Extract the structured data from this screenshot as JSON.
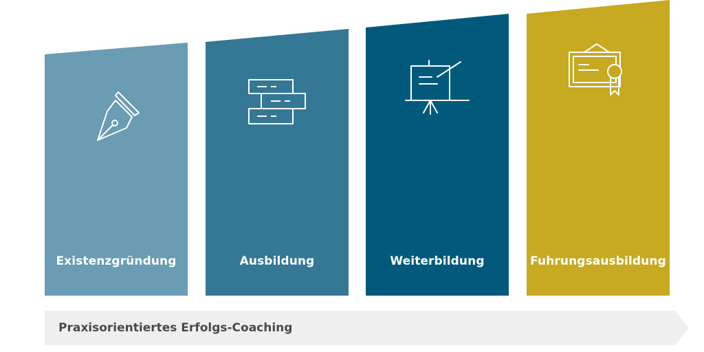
{
  "cards": [
    {
      "label": "Existenzgründung",
      "color": "#6a9cb3",
      "icon": "fountain-pen-icon"
    },
    {
      "label": "Ausbildung",
      "color": "#347896",
      "icon": "stacked-books-icon"
    },
    {
      "label": "Weiterbildung",
      "color": "#015a7c",
      "icon": "presentation-easel-icon"
    },
    {
      "label": "Fuhrungsausbildung",
      "color": "#c7a922",
      "icon": "certificate-icon"
    }
  ],
  "banner": {
    "label": "Praxisorientiertes Erfolgs-Coaching",
    "color": "#efefef",
    "text_color": "#4a4a4a"
  }
}
